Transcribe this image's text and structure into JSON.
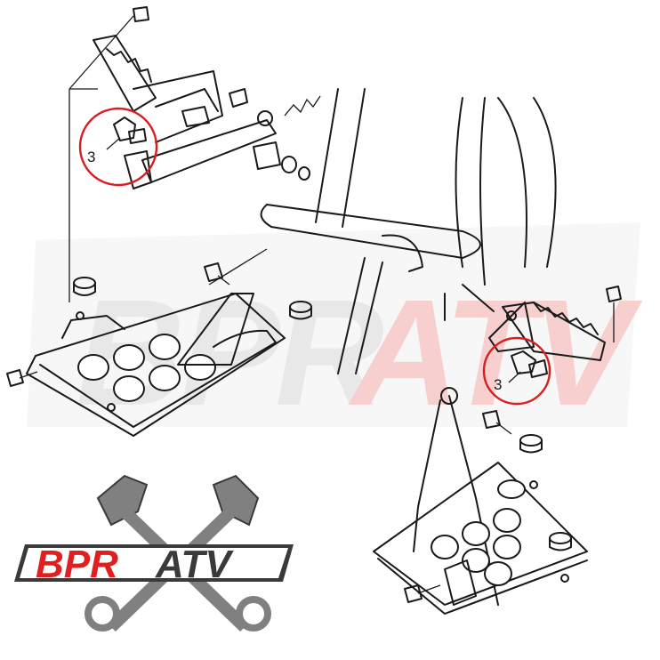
{
  "watermark": {
    "part1": "BPR",
    "part2": "ATV",
    "colors": {
      "grey": "#9a9a9a",
      "red": "#e02a2a"
    }
  },
  "logo": {
    "part1": "BPR",
    "part2": "ATV",
    "icon": "crossed-pistons-icon",
    "colors": {
      "red": "#e02020",
      "dark": "#3a3a3a",
      "grey": "#808080"
    }
  },
  "callouts": [
    {
      "label": "3"
    },
    {
      "label": "3"
    }
  ],
  "colors": {
    "callout": "#d81e1e",
    "ink": "#1a1a1a"
  }
}
